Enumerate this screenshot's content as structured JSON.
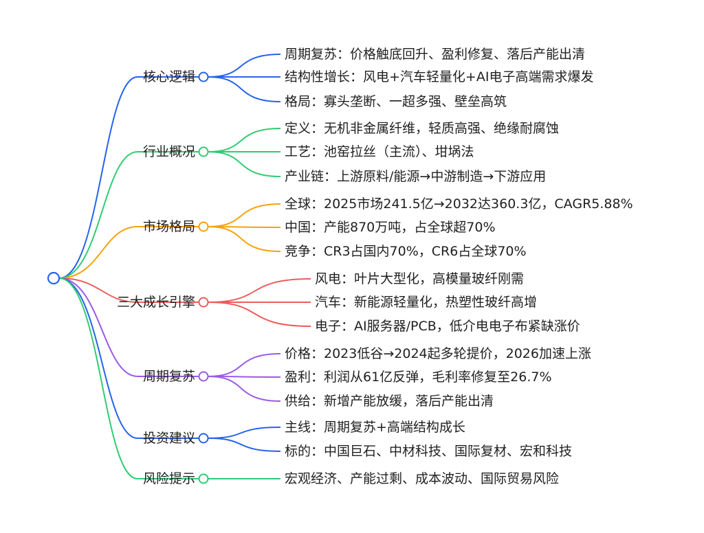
{
  "root": {
    "color": "#2563eb"
  },
  "branches": [
    {
      "label": "核心逻辑",
      "color": "#2563eb",
      "children": [
        "周期复苏：价格触底回升、盈利修复、落后产能出清",
        "结构性增长：风电+汽车轻量化+AI电子高端需求爆发",
        "格局：寡头垄断、一超多强、壁垒高筑"
      ]
    },
    {
      "label": "行业概况",
      "color": "#2ecc71",
      "children": [
        "定义：无机非金属纤维，轻质高强、绝缘耐腐蚀",
        "工艺：池窑拉丝（主流）、坩埚法",
        "产业链：上游原料/能源→中游制造→下游应用"
      ]
    },
    {
      "label": "市场格局",
      "color": "#f5a20a",
      "children": [
        "全球：2025市场241.5亿→2032达360.3亿，CAGR5.88%",
        "中国：产能870万吨，占全球超70%",
        "竞争：CR3占国内70%，CR6占全球70%"
      ]
    },
    {
      "label": "三大成长引擎",
      "color": "#ef5b5b",
      "children": [
        "风电：叶片大型化，高模量玻纤刚需",
        "汽车：新能源轻量化，热塑性玻纤高增",
        "电子：AI服务器/PCB，低介电电子布紧缺涨价"
      ]
    },
    {
      "label": "周期复苏",
      "color": "#9b59e6",
      "children": [
        "价格：2023低谷→2024起多轮提价，2026加速上涨",
        "盈利：利润从61亿反弹，毛利率修复至26.7%",
        "供给：新增产能放缓，落后产能出清"
      ]
    },
    {
      "label": "投资建议",
      "color": "#2563eb",
      "children": [
        "主线：周期复苏+高端结构成长",
        "标的：中国巨石、中材科技、国际复材、宏和科技"
      ]
    },
    {
      "label": "风险提示",
      "color": "#2ecc71",
      "children": [
        "宏观经济、产能过剩、成本波动、国际贸易风险"
      ]
    }
  ]
}
